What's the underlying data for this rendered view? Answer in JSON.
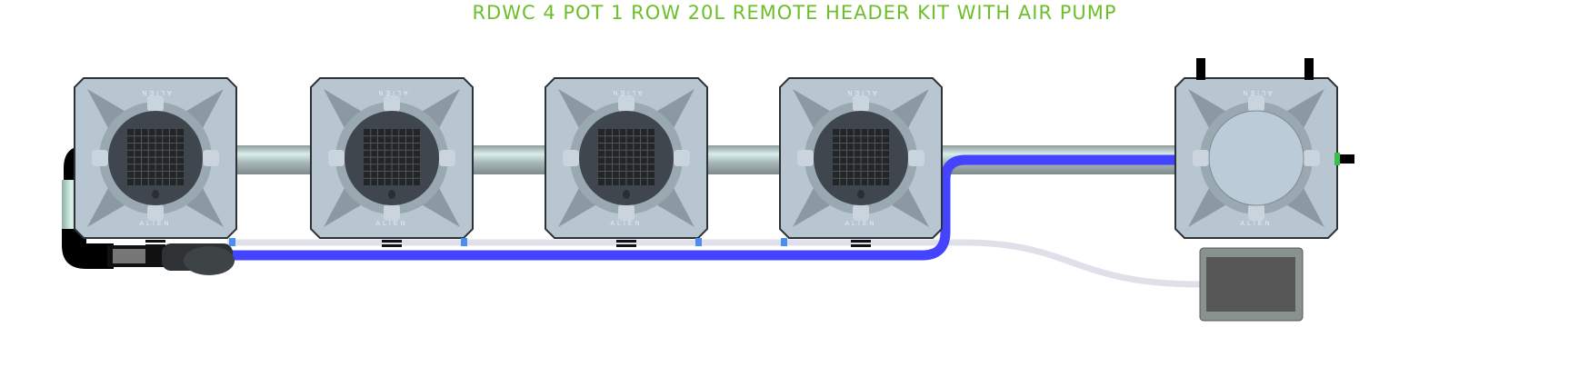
{
  "title": "RDWC 4 POT 1 ROW 20L REMOTE HEADER KIT WITH AIR PUMP",
  "brand_label": "ALIEN",
  "pots": [
    {
      "label": "ALIEN"
    },
    {
      "label": "ALIEN"
    },
    {
      "label": "ALIEN"
    },
    {
      "label": "ALIEN"
    }
  ],
  "header_tank": {
    "label": "ALIEN"
  },
  "colors": {
    "title": "#6cbf2a",
    "pot_body": "#b8c6d2",
    "pot_lid": "#3f464d",
    "pipe": "#a9b4b6",
    "water_line": "#4444ff",
    "air_line": "#e0e0ea",
    "air_pump": "#575757"
  }
}
